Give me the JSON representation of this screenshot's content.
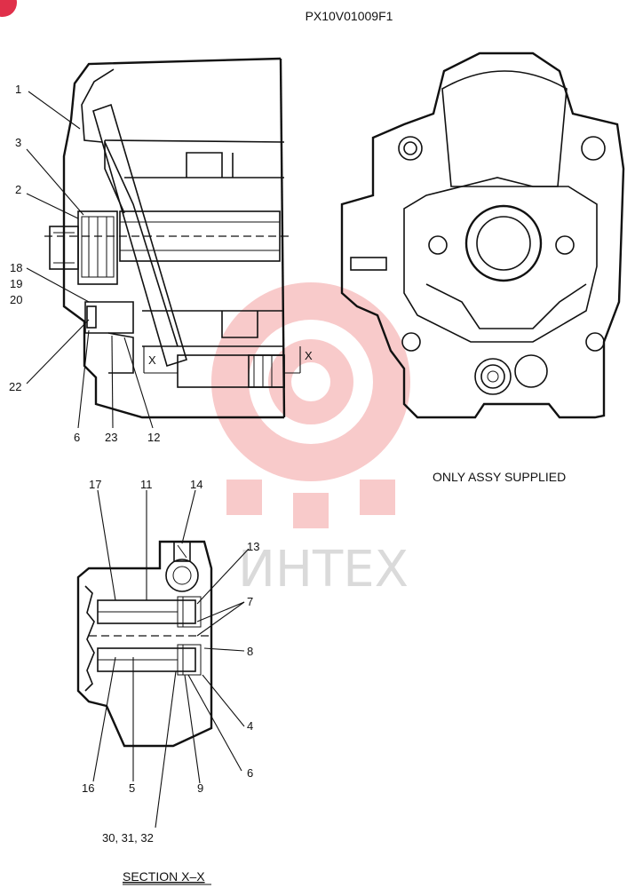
{
  "drawing_code": "PX10V01009F1",
  "note": "ONLY ASSY SUPPLIED",
  "section_title": "SECTION  X–X",
  "section_marker": "X",
  "watermark_text": "ИНТЕХ",
  "callouts_main": {
    "c1": "1",
    "c3": "3",
    "c2": "2",
    "c18": "18",
    "c19": "19",
    "c20": "20",
    "c22": "22",
    "c6": "6",
    "c23": "23",
    "c12": "12"
  },
  "callouts_section": {
    "c17": "17",
    "c11": "11",
    "c14": "14",
    "c13": "13",
    "c7": "7",
    "c8": "8",
    "c4": "4",
    "c6": "6",
    "c16": "16",
    "c5": "5",
    "c9": "9",
    "c30": "30, 31, 32"
  },
  "colors": {
    "line": "#111111",
    "watermark": "#f08a8a",
    "badge": "#e0304a"
  }
}
